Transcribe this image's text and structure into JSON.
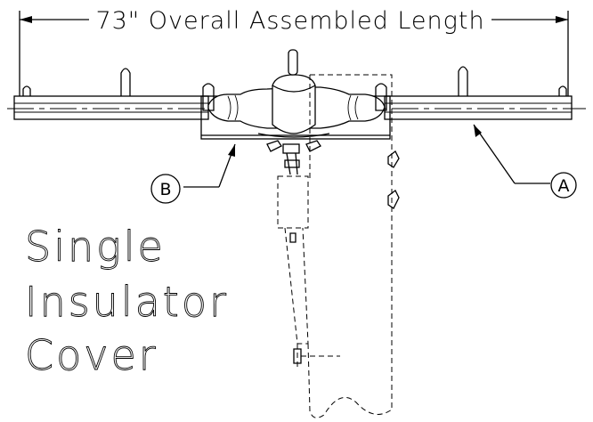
{
  "dimension": {
    "label": "73\" Overall Assembled Length"
  },
  "title": {
    "line1": "Single",
    "line2": "Insulator",
    "line3": "Cover"
  },
  "callouts": {
    "a": "A",
    "b": "B"
  }
}
